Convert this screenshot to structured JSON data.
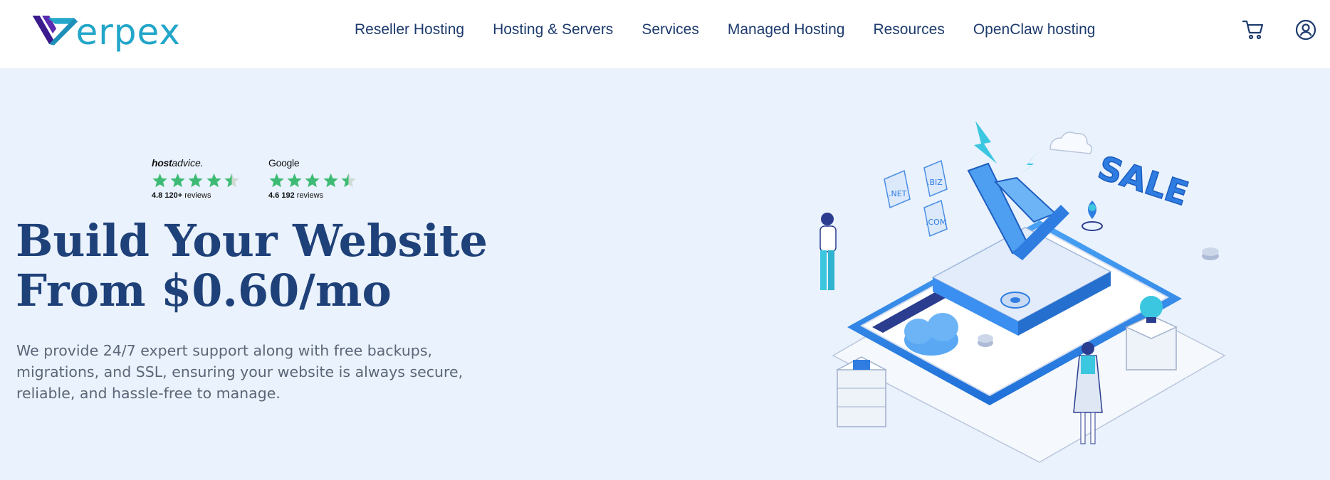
{
  "header": {
    "brand": {
      "name": "erpex",
      "mark": "V",
      "colors": {
        "mark_dark": "#3a1a8c",
        "mark_light": "#22a6c9",
        "text": "#22a6c9"
      }
    },
    "nav": [
      {
        "label": "Reseller Hosting"
      },
      {
        "label": "Hosting & Servers"
      },
      {
        "label": "Services"
      },
      {
        "label": "Managed Hosting"
      },
      {
        "label": "Resources"
      },
      {
        "label": "OpenClaw hosting"
      }
    ],
    "icons": {
      "cart": "cart-icon",
      "account": "user-account-icon"
    }
  },
  "hero": {
    "ratings": [
      {
        "brand": "hostadvice",
        "brand_bold": "host",
        "brand_rest": "advice.",
        "score": "4.8",
        "count": "120+",
        "count_label": "reviews",
        "stars": 4.5
      },
      {
        "brand": "Google",
        "score": "4.6",
        "count": "192",
        "count_label": "reviews",
        "stars": 4.5
      }
    ],
    "title_line1": "Build Your Website",
    "title_line2": "From $0.60/mo",
    "description": "We provide 24/7 expert support along with free backups, migrations, and SSL, ensuring your website is always secure, reliable, and hassle-free to manage.",
    "illustration": {
      "labels": {
        "net": ".NET",
        "biz": ".BIZ",
        "com": ".COM",
        "sale": "SALE"
      }
    }
  },
  "colors": {
    "navy": "#1f4179",
    "hero_bg": "#eaf2fd",
    "star_green": "#3dbb74",
    "accent_blue": "#2f7de1"
  }
}
